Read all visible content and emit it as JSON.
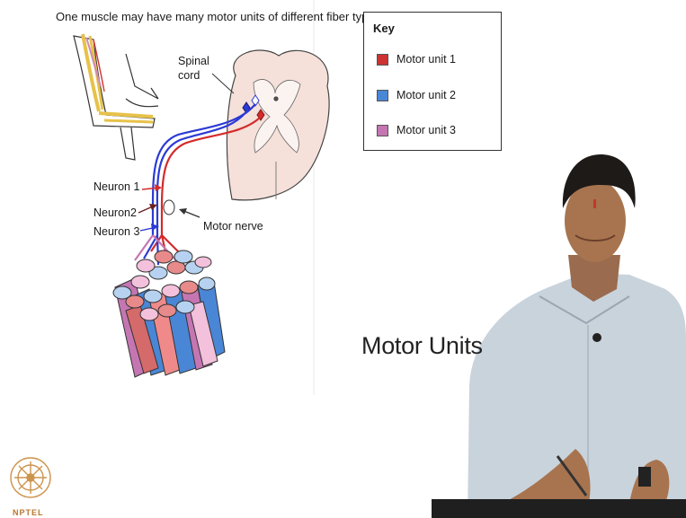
{
  "slide": {
    "figure_title": "One muscle may have many motor units of different fiber types",
    "title": "Motor Units"
  },
  "diagram": {
    "spinal_cord_label_line1": "Spinal",
    "spinal_cord_label_line2": "cord",
    "neuron_labels": [
      "Neuron 1",
      "Neuron2",
      "Neuron 3"
    ],
    "motor_nerve_label": "Motor nerve"
  },
  "key": {
    "title": "Key",
    "items": [
      {
        "label": "Motor unit 1",
        "color": "#cc3333"
      },
      {
        "label": "Motor unit 2",
        "color": "#4a86d6"
      },
      {
        "label": "Motor unit 3",
        "color": "#c576b2"
      }
    ]
  },
  "colors": {
    "neuron1": "#d42b2b",
    "neuron2": "#6b1f1f",
    "neuron3": "#2b3ad4",
    "spinal_cord_fill": "#f5e0da",
    "presenter_shirt": "#c9d3dc"
  },
  "logo": {
    "text": "NPTEL"
  }
}
